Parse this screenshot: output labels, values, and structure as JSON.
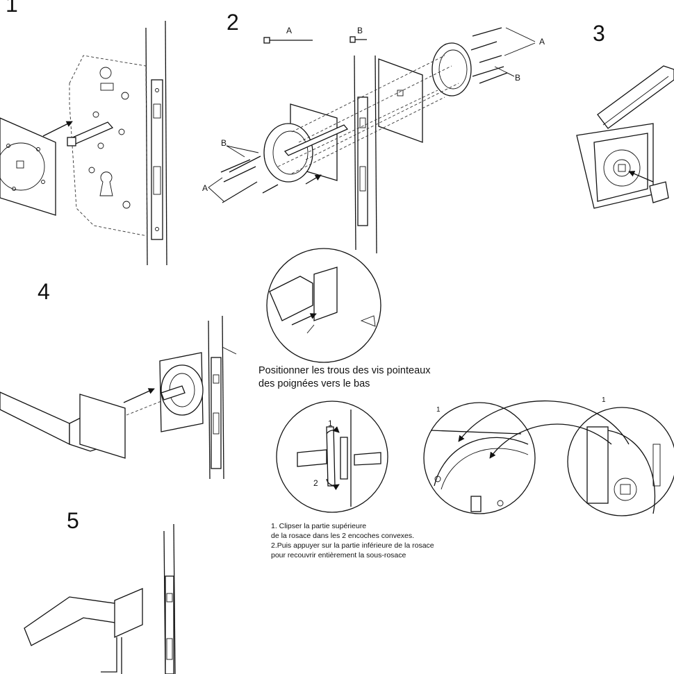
{
  "steps": [
    {
      "number": "1"
    },
    {
      "number": "2"
    },
    {
      "number": "3"
    },
    {
      "number": "4"
    },
    {
      "number": "5"
    }
  ],
  "part_labels": {
    "screw_a": "A",
    "screw_b": "B"
  },
  "callouts": {
    "circle_marker": "1",
    "rotate_one": "1",
    "rotate_two": "2"
  },
  "instructions": {
    "position_screws": [
      "Positionner les trous des vis pointeaux",
      "des poignées vers le bas"
    ],
    "clip_rosette": [
      "1. Clipser la partie supérieure",
      "de la rosace dans les 2 encoches convexes.",
      "2.Puis appuyer sur la partie inférieure de la rosace",
      "pour recouvrir entièrement la sous-rosace"
    ]
  },
  "colors": {
    "line": "#111111",
    "background": "#ffffff"
  }
}
